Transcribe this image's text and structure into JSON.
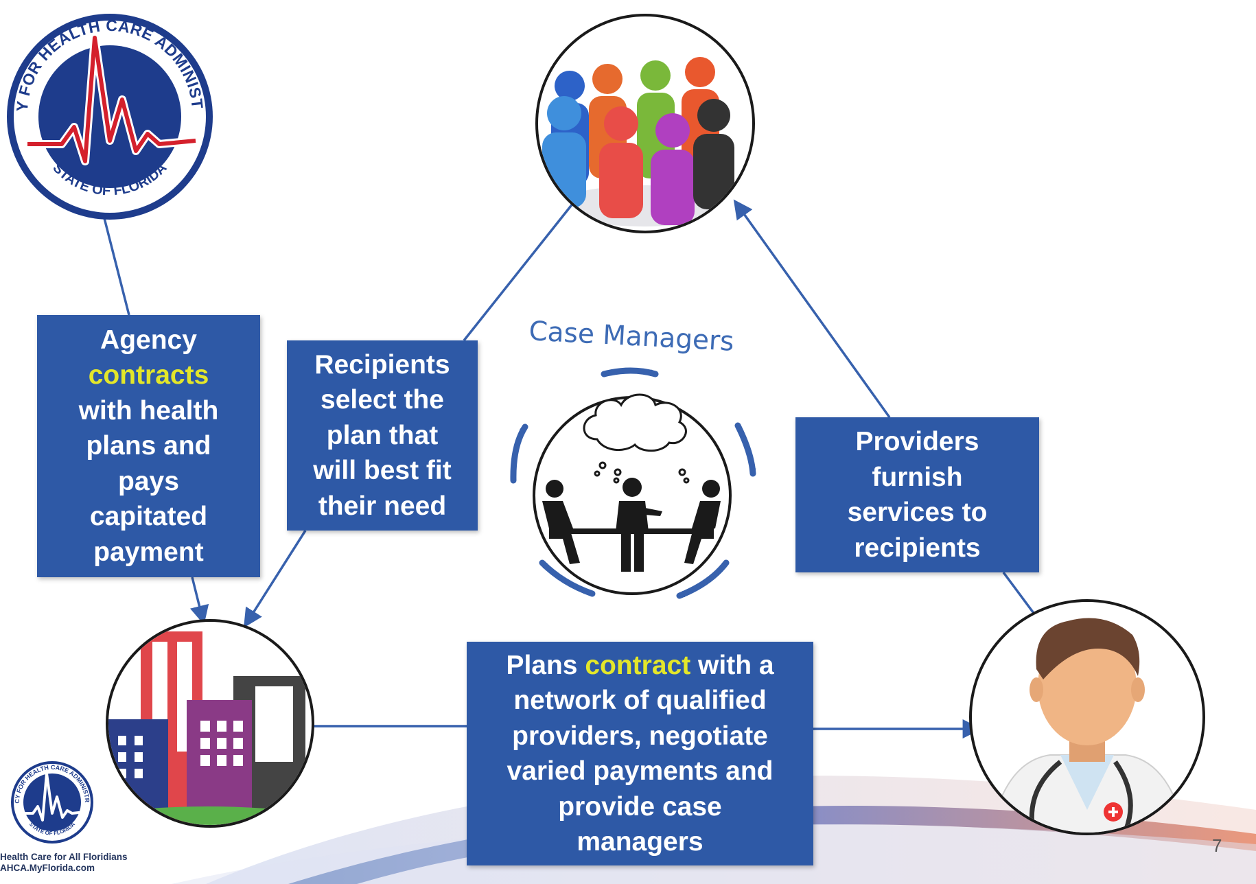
{
  "seal": {
    "top_text": "AGENCY FOR HEALTH CARE ADMINISTRATION",
    "bottom_text": "STATE OF FLORIDA"
  },
  "boxes": {
    "agency": {
      "lines": [
        "Agency",
        "contracts",
        "with health",
        "plans and",
        "pays",
        "capitated",
        "payment"
      ]
    },
    "recipients": {
      "lines": [
        "Recipients",
        "select the",
        "plan that",
        "will best fit",
        "their need"
      ]
    },
    "providers": {
      "lines": [
        "Providers",
        "furnish",
        "services to",
        "recipients"
      ]
    },
    "plans": {
      "line1_a": "Plans ",
      "line1_b": "contract",
      "line1_c": " with a",
      "lines": [
        "network of qualified",
        "providers, negotiate",
        "varied payments and",
        "provide case",
        "managers"
      ]
    }
  },
  "case_managers_title": "Case Managers",
  "footer": {
    "tagline": "Health Care for All Floridians",
    "url": "AHCA.MyFlorida.com"
  },
  "page_number": "7",
  "colors": {
    "box": "#2e59a6",
    "highlight": "#e3e62a",
    "arrow": "#3761ad",
    "seal_ring": "#1e3c8c",
    "seal_line": "#d4202c"
  },
  "icons": [
    "seal-icon",
    "people-group-icon",
    "buildings-icon",
    "meeting-icon",
    "doctor-icon",
    "cycle-arrow-icon"
  ]
}
